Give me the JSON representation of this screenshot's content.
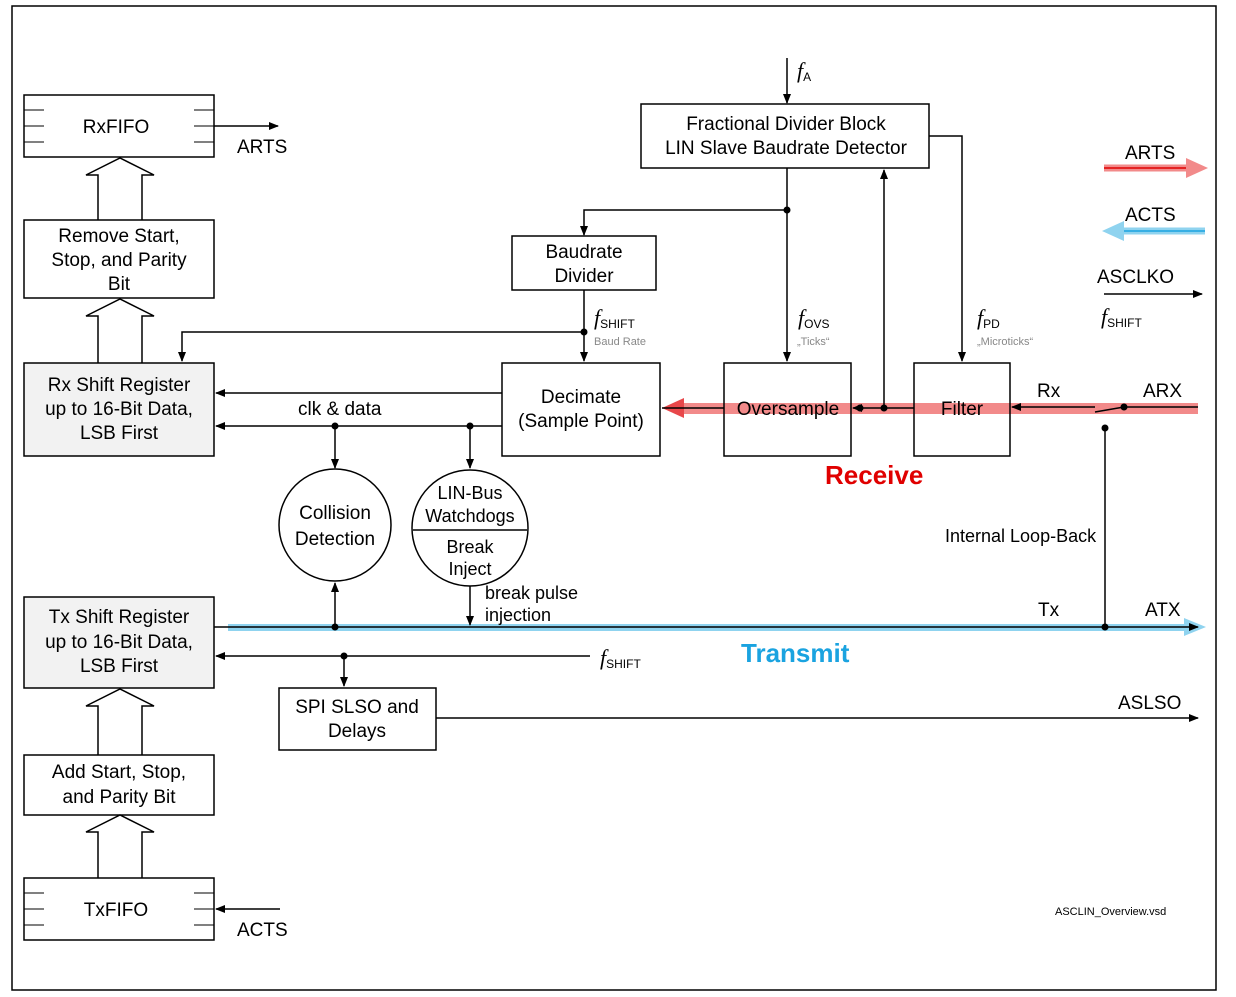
{
  "blocks": {
    "rxfifo": "RxFIFO",
    "txfifo": "TxFIFO",
    "remove_start": [
      "Remove Start,",
      "Stop, and Parity",
      "Bit"
    ],
    "rx_shift": [
      "Rx Shift Register",
      "up to 16-Bit Data,",
      "LSB First"
    ],
    "tx_shift": [
      "Tx Shift Register",
      "up to 16-Bit Data,",
      "LSB First"
    ],
    "add_start": [
      "Add  Start, Stop,",
      "and Parity Bit"
    ],
    "frac_div": [
      "Fractional Divider Block",
      "LIN Slave Baudrate Detector"
    ],
    "baud_div": [
      "Baudrate",
      "Divider"
    ],
    "decimate": [
      "Decimate",
      "(Sample Point)"
    ],
    "oversample": "Oversample",
    "filter": "Filter",
    "collision": [
      "Collision",
      "Detection"
    ],
    "linbus_top": [
      "LIN-Bus",
      "Watchdogs"
    ],
    "linbus_bottom": [
      "Break",
      "Inject"
    ],
    "spi": [
      "SPI SLSO and",
      "Delays"
    ]
  },
  "signals": {
    "arts_rx": "ARTS",
    "acts_tx": "ACTS",
    "arts_right": "ARTS",
    "acts_right": "ACTS",
    "asclko": "ASCLKO",
    "arx": "ARX",
    "rx": "Rx",
    "tx": "Tx",
    "atx": "ATX",
    "aslso": "ASLSO",
    "clk_data": "clk & data",
    "break_pulse": [
      "break pulse",
      "injection"
    ],
    "loop_back": "Internal Loop-Back"
  },
  "freqs": {
    "fa_f": "f",
    "fa_sub": "A",
    "fshift_f": "f",
    "fshift_sub": "SHIFT",
    "baud_rate": "Baud Rate",
    "fovs_f": "f",
    "fovs_sub": "OVS",
    "ticks": "„Ticks“",
    "fpd_f": "f",
    "fpd_sub": "PD",
    "microticks": "„Microticks“"
  },
  "paths": {
    "receive": "Receive",
    "transmit": "Transmit"
  },
  "colors": {
    "receive": "#e00000",
    "receive_band": "#f28a8a",
    "transmit": "#1aa3e0",
    "transmit_band": "#8fd3ef"
  },
  "footer": "ASCLIN_Overview.vsd"
}
